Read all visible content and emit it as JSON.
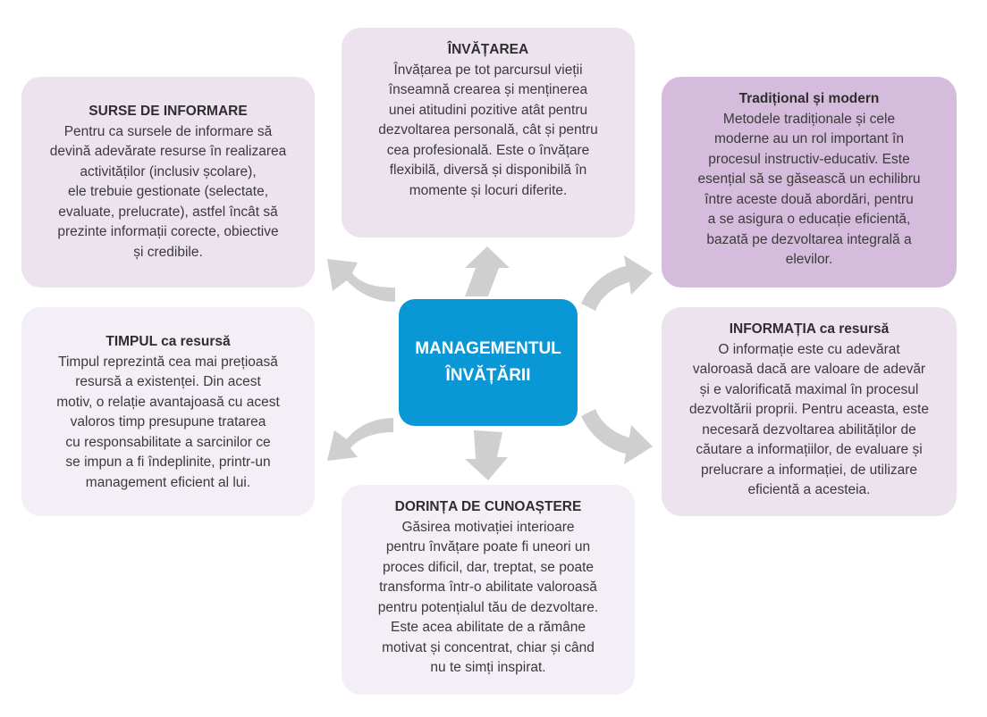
{
  "center": {
    "label": "MANAGEMENTUL\nÎNVĂȚĂRII"
  },
  "boxes": {
    "surse": {
      "title": "SURSE DE INFORMARE",
      "body": "Pentru ca sursele de informare să\ndevină adevărate resurse în realizarea\nactivităților  (inclusiv școlare),\nele trebuie gestionate (selectate,\nevaluate, prelucrate), astfel încât să\nprezinte informații corecte, obiective\nși credibile."
    },
    "invatarea": {
      "title": "ÎNVĂȚAREA",
      "body": "Învățarea pe tot parcursul vieții\nînseamnă crearea și menținerea\nunei atitudini pozitive atât pentru\ndezvoltarea personală, cât și pentru\ncea profesională. Este o învățare\nflexibilă, diversă și disponibilă în\nmomente și locuri diferite."
    },
    "traditional": {
      "title": "Tradițional și modern",
      "body": "Metodele tradiționale și cele\nmoderne au un rol important în\nprocesul instructiv-educativ. Este\nesențial să se găsească un echilibru\nîntre aceste două abordări, pentru\na se asigura o educație eficientă,\nbazată pe dezvoltarea integrală a\nelevilor."
    },
    "timpul": {
      "title": "TIMPUL ca resursă",
      "body": "Timpul reprezintă cea mai prețioasă\nresursă a existenței. Din acest\nmotiv, o relație avantajoasă cu acest\nvaloros timp presupune tratarea\ncu responsabilitate a sarcinilor ce\nse impun a fi îndeplinite, printr-un\nmanagement eficient al lui."
    },
    "informatia": {
      "title": "INFORMAȚIA ca resursă",
      "body": "O informație este cu adevărat\nvaloroasă dacă are valoare de adevăr\nși e valorificată maximal în procesul\ndezvoltării proprii. Pentru aceasta, este\nnecesară dezvoltarea abilităților de\ncăutare a informațiilor, de evaluare și\nprelucrare a informației, de utilizare\neficientă a acesteia."
    },
    "dorinta": {
      "title": "DORINȚA DE CUNOAȘTERE",
      "body": "Găsirea motivației interioare\npentru învățare poate fi uneori un\nproces dificil, dar, treptat, se poate\ntransforma într-o abilitate valoroasă\npentru potențialul tău de dezvoltare.\nEste acea abilitate de a rămâne\nmotivat și concentrat, chiar și când\nnu te simți inspirat."
    }
  },
  "colors": {
    "center": "#0a97d6",
    "box_light": "#ece3ef",
    "box_medium": "#d5bcdc",
    "arrow": "#cfcfcf"
  }
}
